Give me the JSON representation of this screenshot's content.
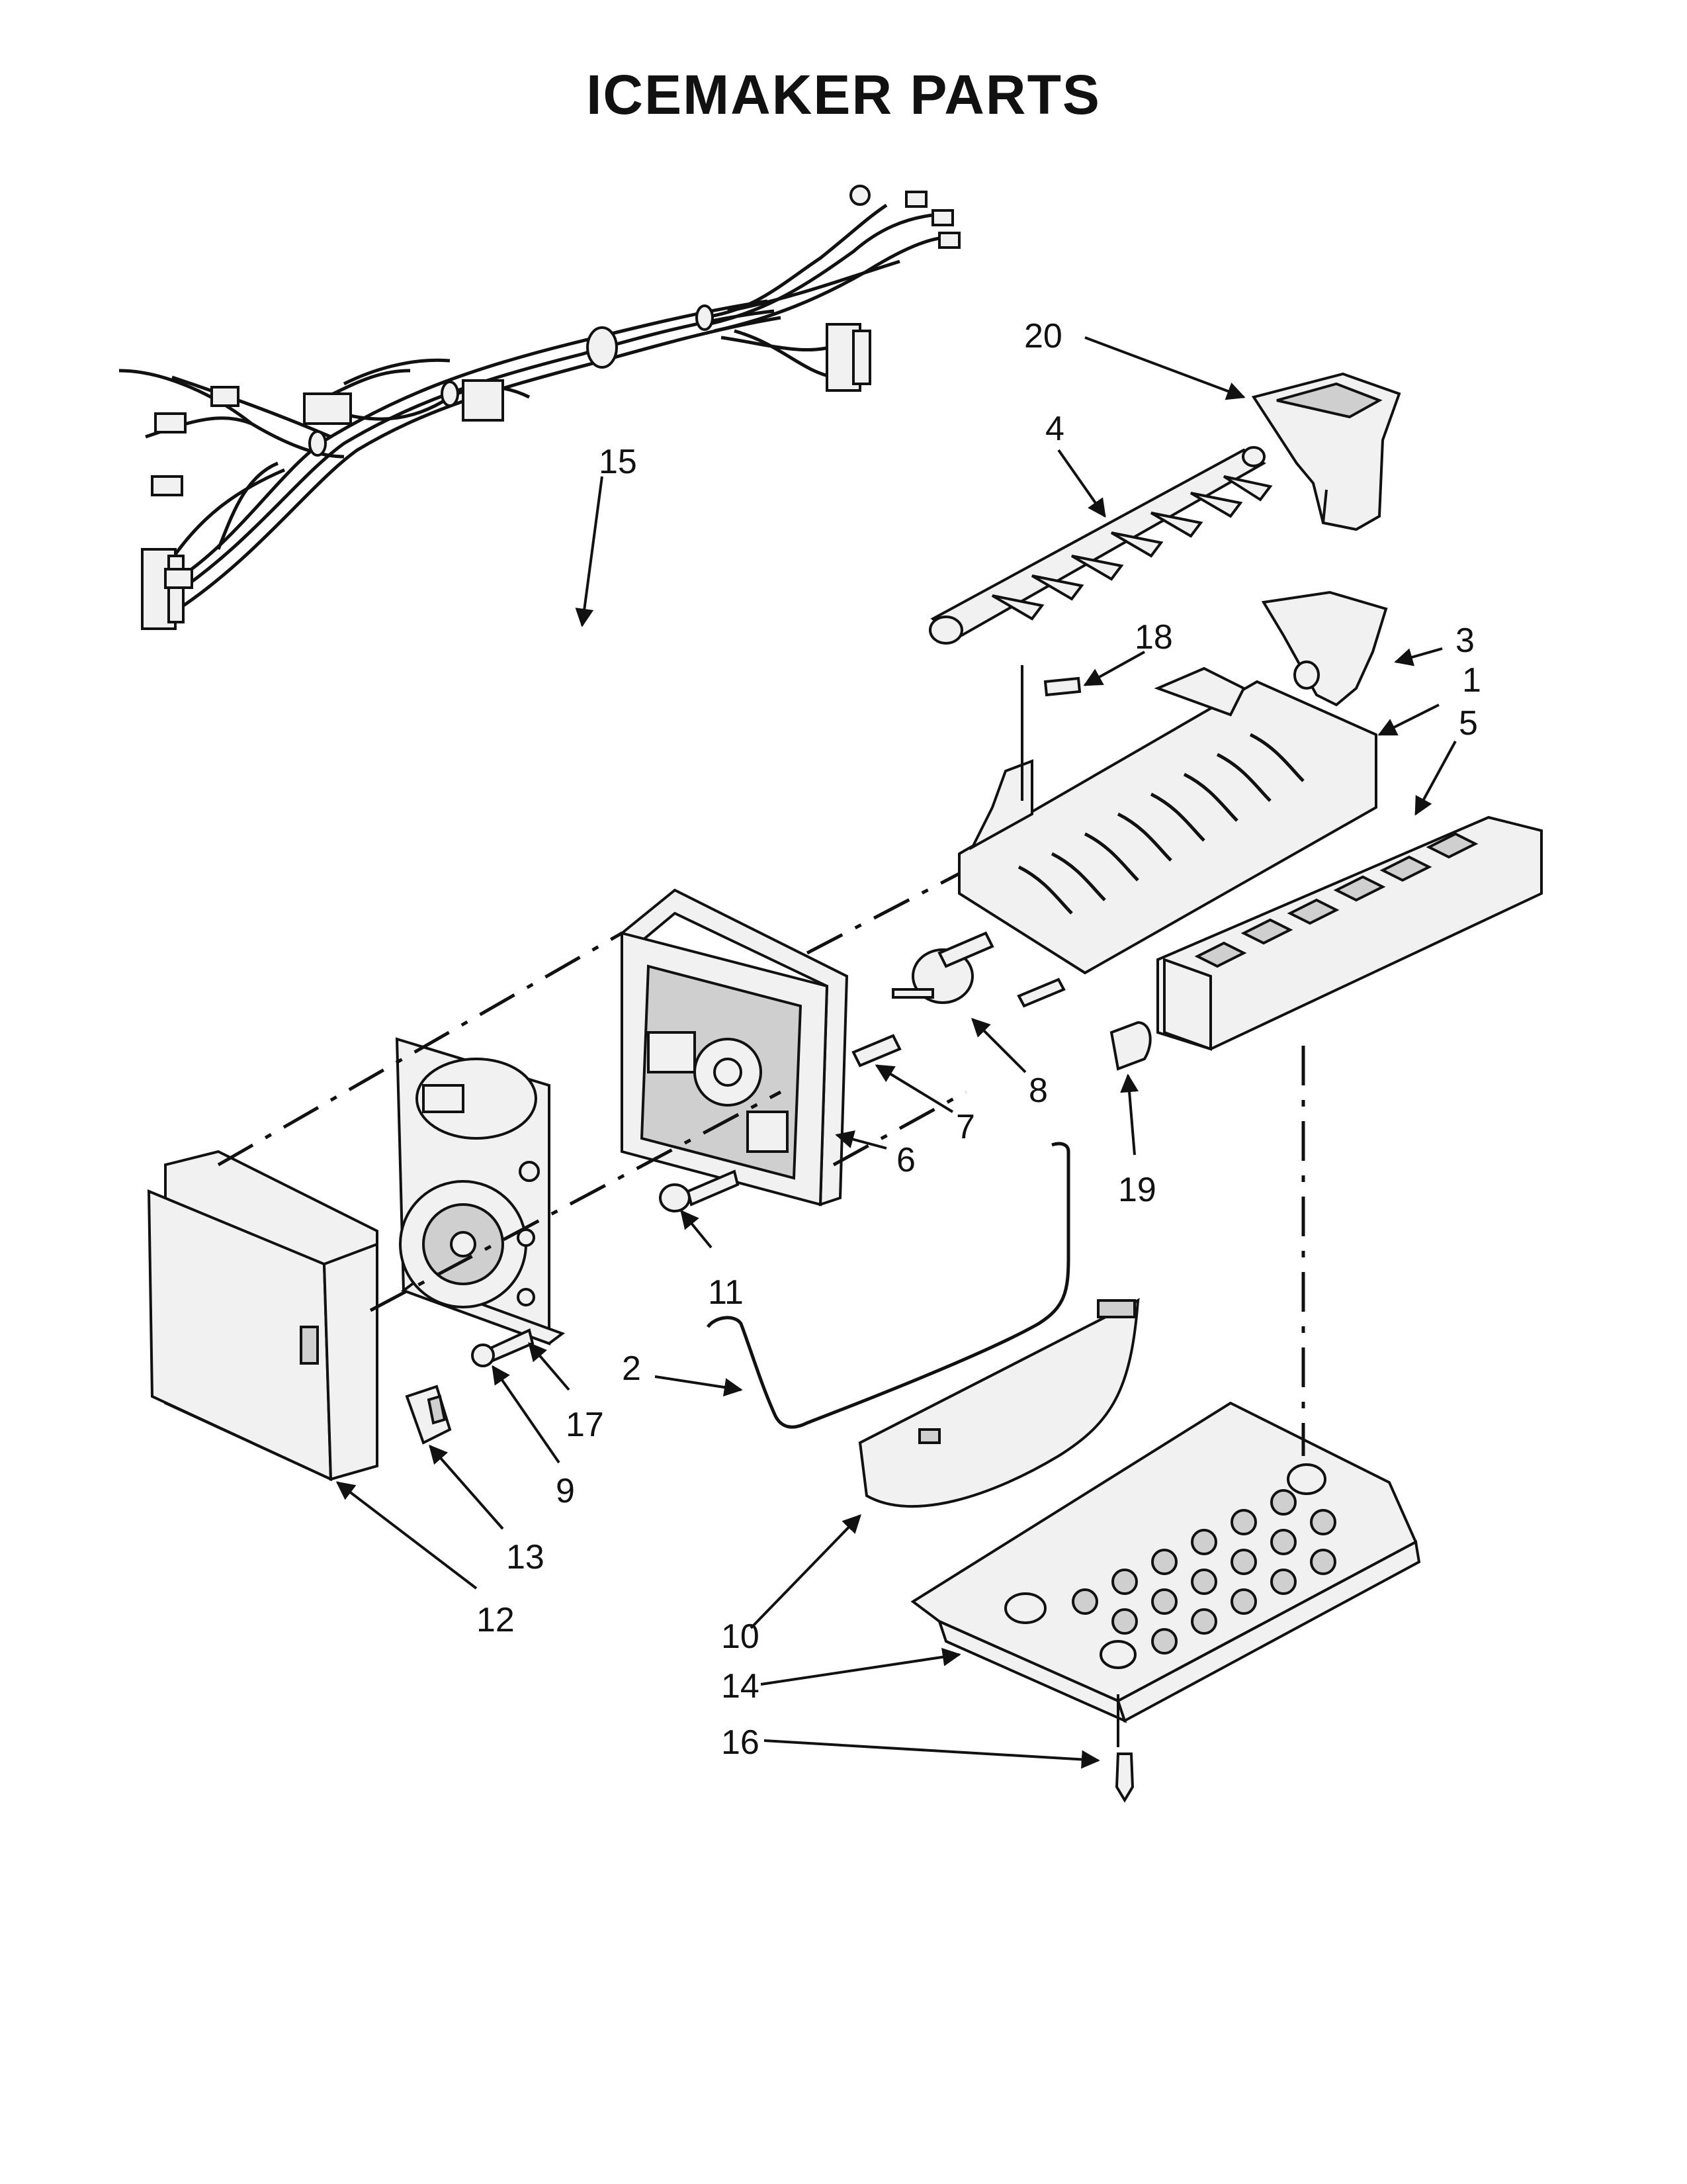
{
  "title": "ICEMAKER PARTS",
  "callouts": [
    {
      "id": "c1",
      "label": "1"
    },
    {
      "id": "c2",
      "label": "2"
    },
    {
      "id": "c3",
      "label": "3"
    },
    {
      "id": "c4",
      "label": "4"
    },
    {
      "id": "c5",
      "label": "5"
    },
    {
      "id": "c6",
      "label": "6"
    },
    {
      "id": "c7",
      "label": "7"
    },
    {
      "id": "c8",
      "label": "8"
    },
    {
      "id": "c9",
      "label": "9"
    },
    {
      "id": "c10",
      "label": "10"
    },
    {
      "id": "c11",
      "label": "11"
    },
    {
      "id": "c12",
      "label": "12"
    },
    {
      "id": "c13",
      "label": "13"
    },
    {
      "id": "c14",
      "label": "14"
    },
    {
      "id": "c15",
      "label": "15"
    },
    {
      "id": "c16",
      "label": "16"
    },
    {
      "id": "c17",
      "label": "17"
    },
    {
      "id": "c18",
      "label": "18"
    },
    {
      "id": "c19",
      "label": "19"
    },
    {
      "id": "c20",
      "label": "20"
    }
  ]
}
